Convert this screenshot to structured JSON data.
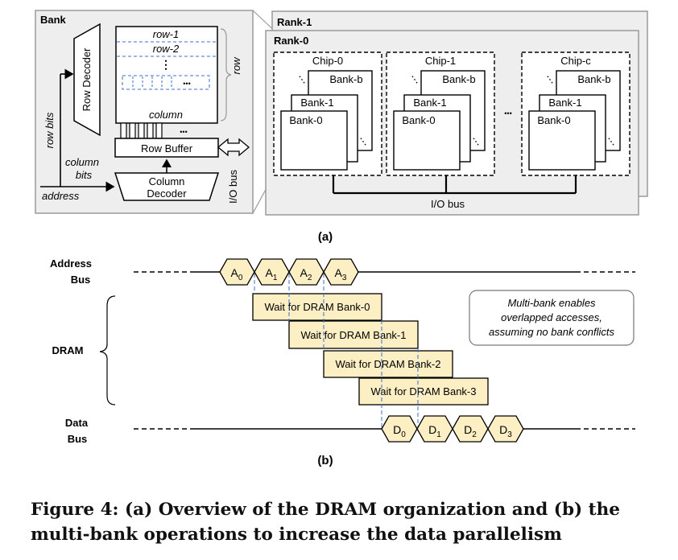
{
  "part_a": {
    "bank_label": "Bank",
    "row_decoder": "Row Decoder",
    "rows": [
      "row-1",
      "row-2"
    ],
    "dots": "⋮",
    "hdots": "•••",
    "column_label": "column",
    "row_label": "row",
    "row_buffer": "Row Buffer",
    "column_decoder": [
      "Column",
      "Decoder"
    ],
    "io_bus_vertical": "I/O bus",
    "row_bits": "row bits",
    "column_bits": [
      "column",
      "bits"
    ],
    "address": "address",
    "rank1": "Rank-1",
    "rank0": "Rank-0",
    "chips": [
      {
        "name": "Chip-0",
        "banks": [
          "Bank-b",
          "Bank-1",
          "Bank-0"
        ]
      },
      {
        "name": "Chip-1",
        "banks": [
          "Bank-b",
          "Bank-1",
          "Bank-0"
        ]
      },
      {
        "name": "Chip-c",
        "banks": [
          "Bank-b",
          "Bank-1",
          "Bank-0"
        ]
      }
    ],
    "chip_ellipsis": "•••",
    "io_bus": "I/O bus",
    "label": "(a)"
  },
  "part_b": {
    "address_bus": [
      "Address",
      "Bus"
    ],
    "dram": "DRAM",
    "data_bus": [
      "Data",
      "Bus"
    ],
    "address_tokens": [
      {
        "base": "A",
        "sub": "0"
      },
      {
        "base": "A",
        "sub": "1"
      },
      {
        "base": "A",
        "sub": "2"
      },
      {
        "base": "A",
        "sub": "3"
      }
    ],
    "data_tokens": [
      {
        "base": "D",
        "sub": "0"
      },
      {
        "base": "D",
        "sub": "1"
      },
      {
        "base": "D",
        "sub": "2"
      },
      {
        "base": "D",
        "sub": "3"
      }
    ],
    "waits": [
      "Wait for DRAM Bank-0",
      "Wait for DRAM Bank-1",
      "Wait for DRAM Bank-2",
      "Wait for DRAM Bank-3"
    ],
    "note": [
      "Multi-bank enables",
      "overlapped accesses,",
      "assuming no bank conflicts"
    ],
    "label": "(b)"
  },
  "caption": "Figure 4: (a) Overview of the DRAM organization and (b) the multi-bank operations to increase the data parallelism",
  "colors": {
    "panel_bg": "#eeeeee",
    "panel_border": "#9a9a9a",
    "token_fill": "#fdefc4",
    "wait_fill": "#fdefc4",
    "dash_blue": "#3a6fd0"
  }
}
